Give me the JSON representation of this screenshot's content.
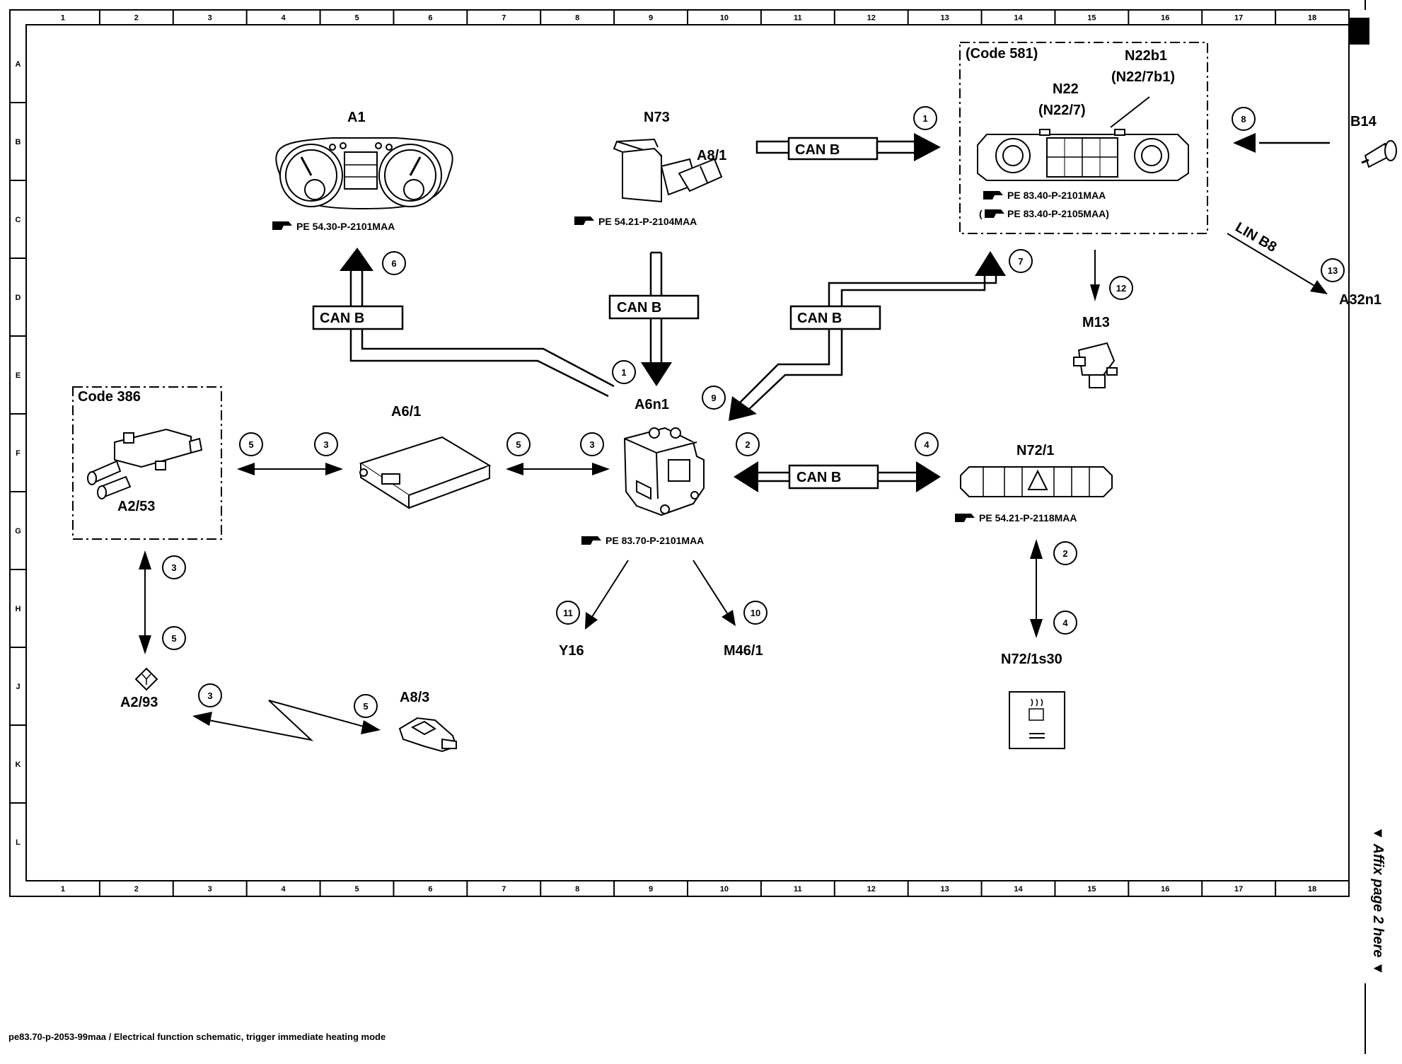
{
  "grid": {
    "columns": [
      "1",
      "2",
      "3",
      "4",
      "5",
      "6",
      "7",
      "8",
      "9",
      "10",
      "11",
      "12",
      "13",
      "14",
      "15",
      "16",
      "17",
      "18"
    ],
    "rows": [
      "A",
      "B",
      "C",
      "D",
      "E",
      "F",
      "G",
      "H",
      "J",
      "K",
      "L"
    ]
  },
  "components": {
    "a1": {
      "label": "A1",
      "ref": "PE 54.30-P-2101MAA"
    },
    "n73": {
      "label": "N73",
      "sub": "A8/1",
      "ref": "PE 54.21-P-2104MAA"
    },
    "n22": {
      "code": "(Code 581)",
      "label": "N22",
      "label2": "(N22/7)",
      "sensor": "N22b1",
      "sensor2": "(N22/7b1)",
      "ref": "PE 83.40-P-2101MAA",
      "ref2": "(",
      "ref2b": "PE 83.40-P-2105MAA)"
    },
    "b14": {
      "label": "B14"
    },
    "a32n1": {
      "label": "A32n1",
      "lin": "LIN B8"
    },
    "m13": {
      "label": "M13"
    },
    "a6n1": {
      "label": "A6n1",
      "ref": "PE 83.70-P-2101MAA"
    },
    "a61": {
      "label": "A6/1"
    },
    "a253": {
      "code": "Code 386",
      "label": "A2/53"
    },
    "n721": {
      "label": "N72/1",
      "ref": "PE 54.21-P-2118MAA"
    },
    "n721s30": {
      "label": "N72/1s30"
    },
    "y16": {
      "label": "Y16"
    },
    "m461": {
      "label": "M46/1"
    },
    "a293": {
      "label": "A2/93"
    },
    "a83": {
      "label": "A8/3"
    }
  },
  "bus": {
    "can": "CAN B"
  },
  "numbers": {
    "n1": "1",
    "n2": "2",
    "n3": "3",
    "n4": "4",
    "n5": "5",
    "n6": "6",
    "n7": "7",
    "n8": "8",
    "n9": "9",
    "n10": "10",
    "n11": "11",
    "n12": "12",
    "n13": "13"
  },
  "side_note": "▼ Affix page 2 here ▼",
  "footer": "pe83.70-p-2053-99maa / Electrical function schematic, trigger immediate heating mode"
}
